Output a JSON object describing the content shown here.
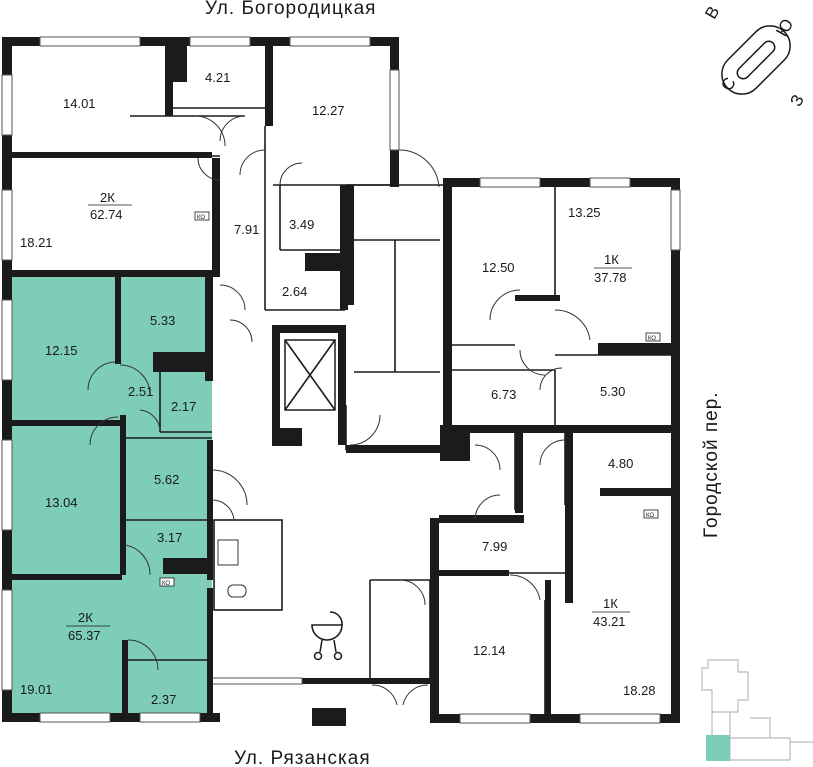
{
  "streets": {
    "top": "Ул. Богородицкая",
    "bottom": "Ул. Рязанская",
    "right": "Городской пер."
  },
  "compass": {
    "north": "С",
    "south": "Ю",
    "east": "В",
    "west": "З"
  },
  "colors": {
    "highlight": "#7ecdb9",
    "wall": "#1b1b1b",
    "background": "#ffffff"
  },
  "apartments": {
    "top_left_2k": {
      "type": "2К",
      "total": "62.74",
      "rooms": {
        "living_main": "14.01",
        "bath": "4.21",
        "bedroom": "12.27",
        "hall": "7.91",
        "wc": "3.49",
        "kitchen": "18.21",
        "storage": "2.64"
      }
    },
    "right_1k_upper": {
      "type": "1К",
      "total": "37.78",
      "rooms": {
        "room_a": "13.25",
        "room_b": "12.50",
        "hall": "6.73",
        "bath": "5.30"
      }
    },
    "right_1k_lower": {
      "type": "1К",
      "total": "43.21",
      "rooms": {
        "bath": "4.80",
        "hall": "7.99",
        "room": "12.14",
        "kitchen": "18.28"
      }
    },
    "left_2k_highlighted": {
      "type": "2К",
      "total": "65.37",
      "rooms": {
        "room_a": "12.15",
        "bath_a": "5.33",
        "corridor_a": "2.51",
        "wc_a": "2.17",
        "room_b": "13.04",
        "hall": "5.62",
        "wc_b": "3.17",
        "kitchen": "19.01",
        "storage": "2.37"
      }
    }
  },
  "ko_label": "КО"
}
